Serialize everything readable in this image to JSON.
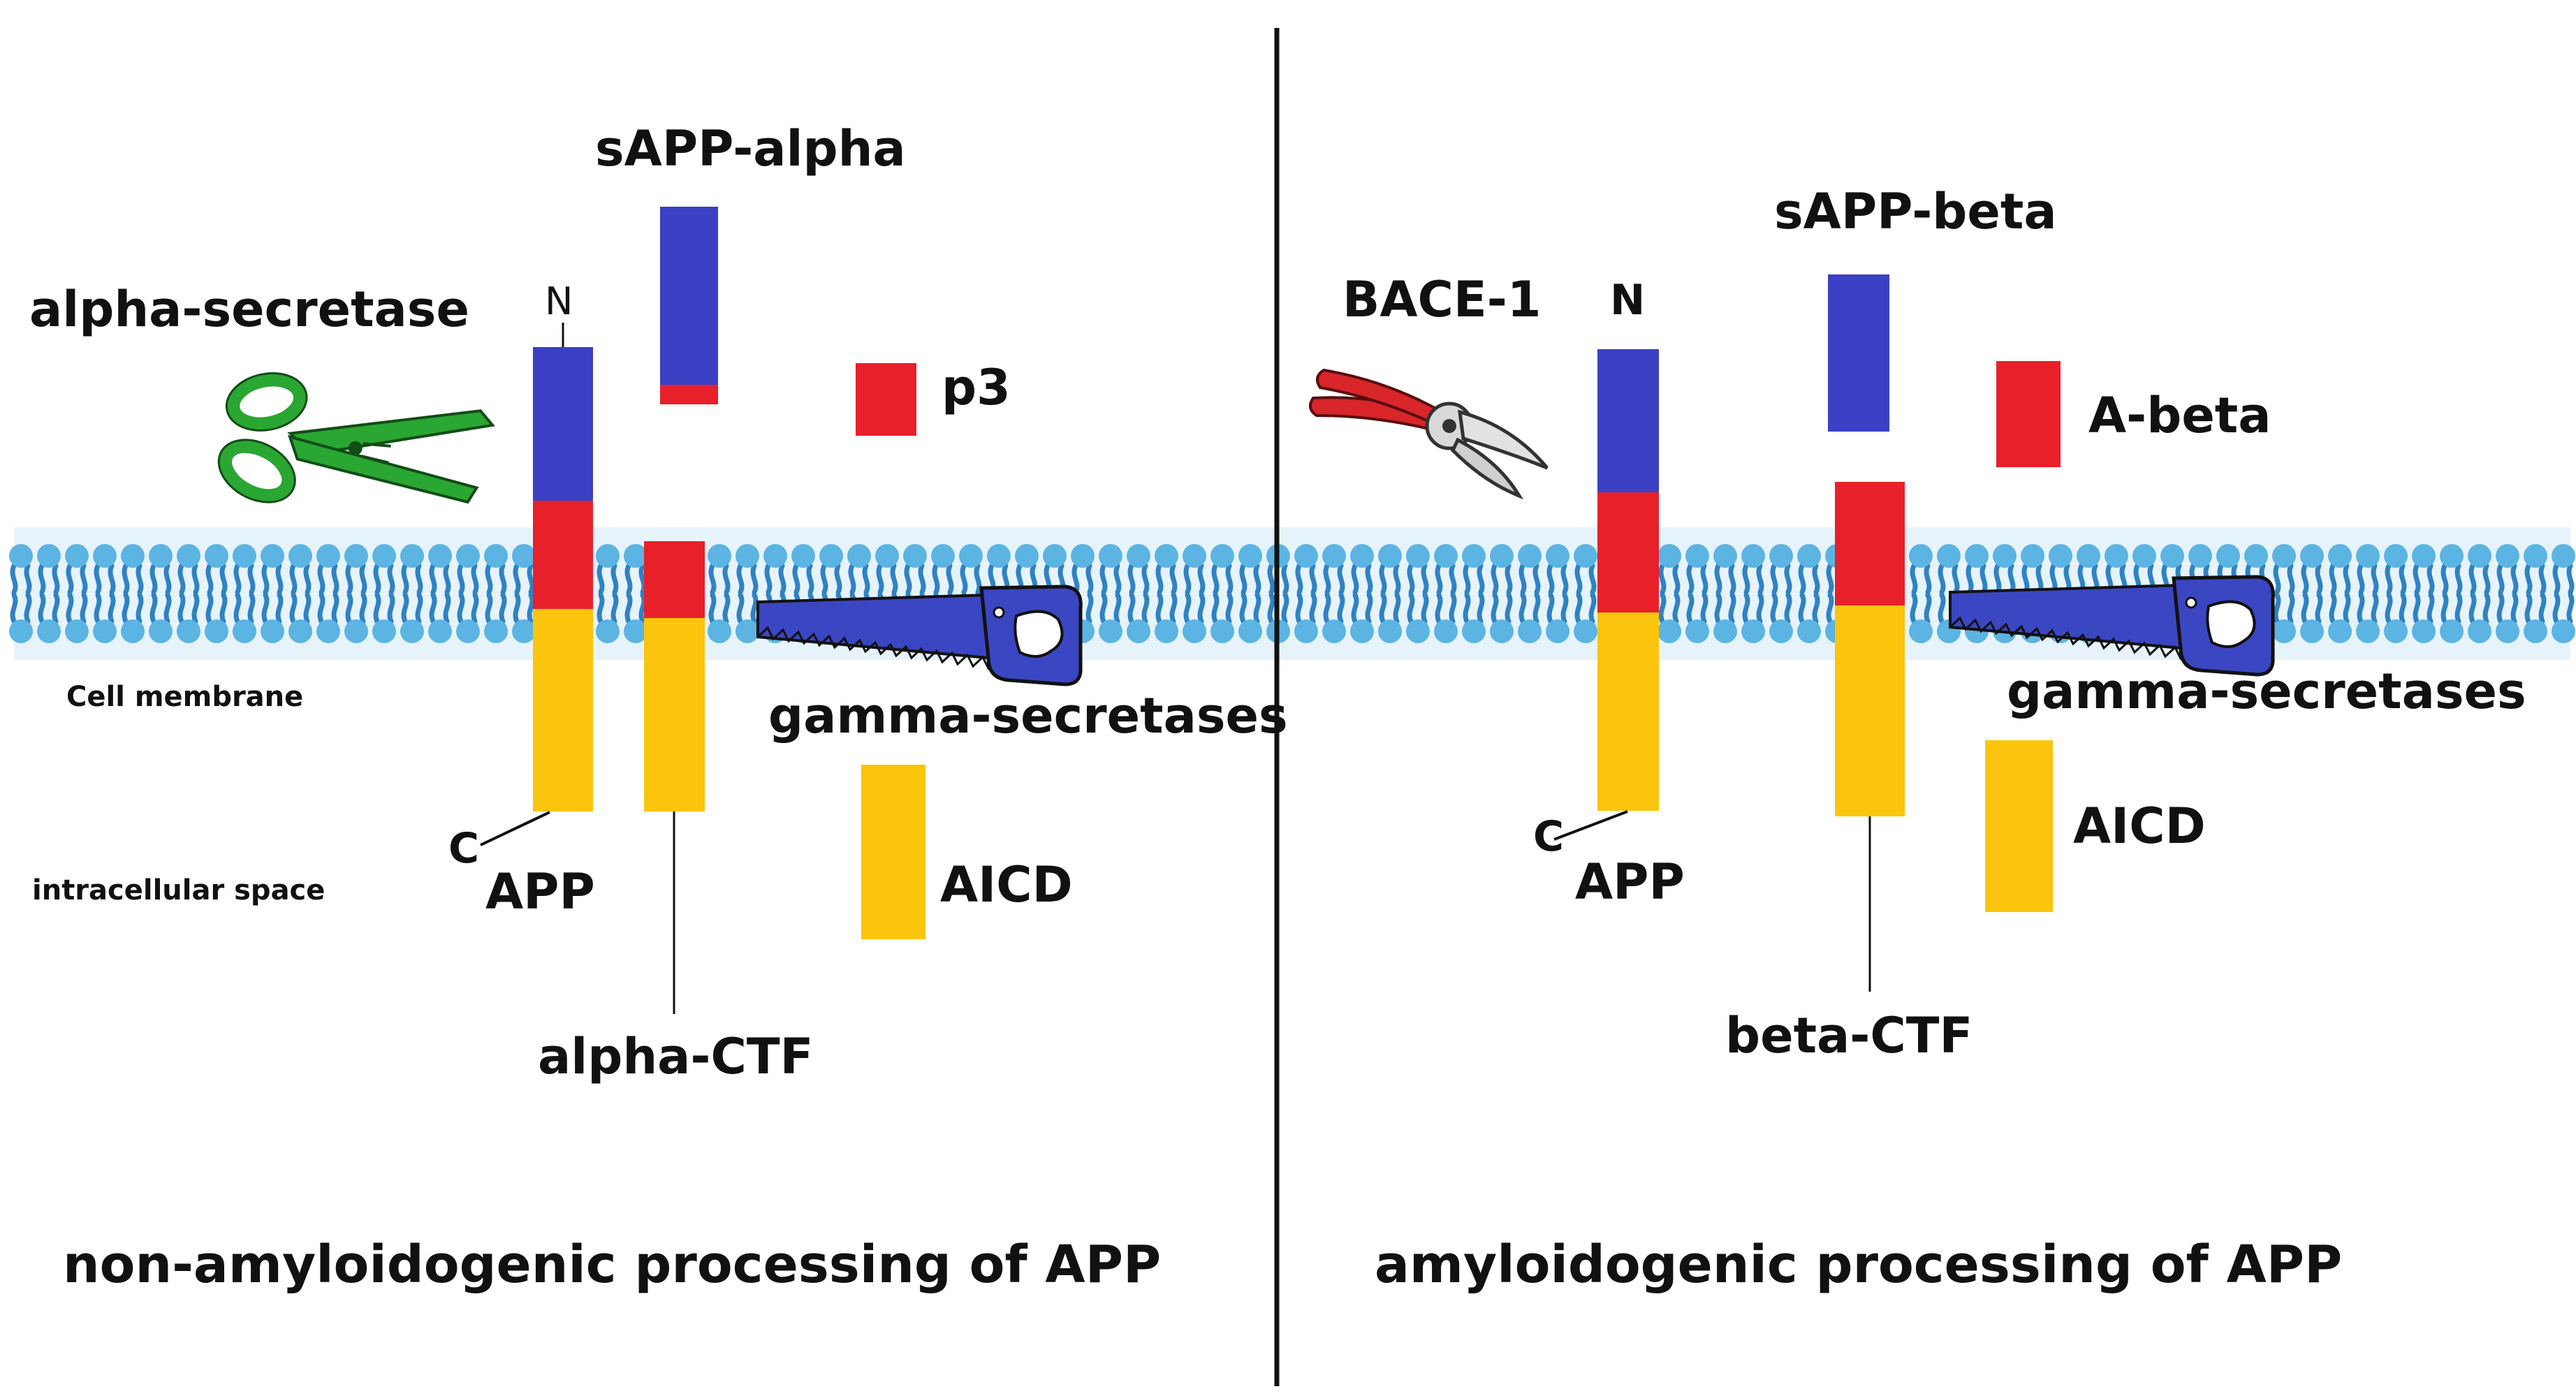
{
  "colors": {
    "blue": "#3c40c4",
    "red": "#e8202a",
    "yellow": "#fbc40d",
    "membrane": "#5cb4e2",
    "membrane_dark": "#2f82c4",
    "scissors": "#2aa632",
    "pliers": "#d8262a",
    "saw": "#3b46c2",
    "divider": "#111111"
  },
  "left": {
    "enzyme": "alpha-secretase",
    "n_terminus": "N",
    "c_terminus": "C",
    "app": "APP",
    "fragment_top": "sAPP-alpha",
    "peptide": "p3",
    "ctf": "alpha-CTF",
    "gamma": "gamma-secretases",
    "aicd": "AICD",
    "title": "non-amyloidogenic processing of APP"
  },
  "right": {
    "enzyme": "BACE-1",
    "n_terminus": "N",
    "c_terminus": "C",
    "app": "APP",
    "fragment_top": "sAPP-beta",
    "peptide": "A-beta",
    "ctf": "beta-CTF",
    "gamma": "gamma-secretases",
    "aicd": "AICD",
    "title": "amyloidogenic processing of APP"
  },
  "regions": {
    "membrane": "Cell membrane",
    "intracellular": "intracellular space"
  },
  "icons": {
    "alpha_cutter": "scissors-icon",
    "beta_cutter": "pruning-shears-icon",
    "gamma_cutter": "saw-icon"
  }
}
